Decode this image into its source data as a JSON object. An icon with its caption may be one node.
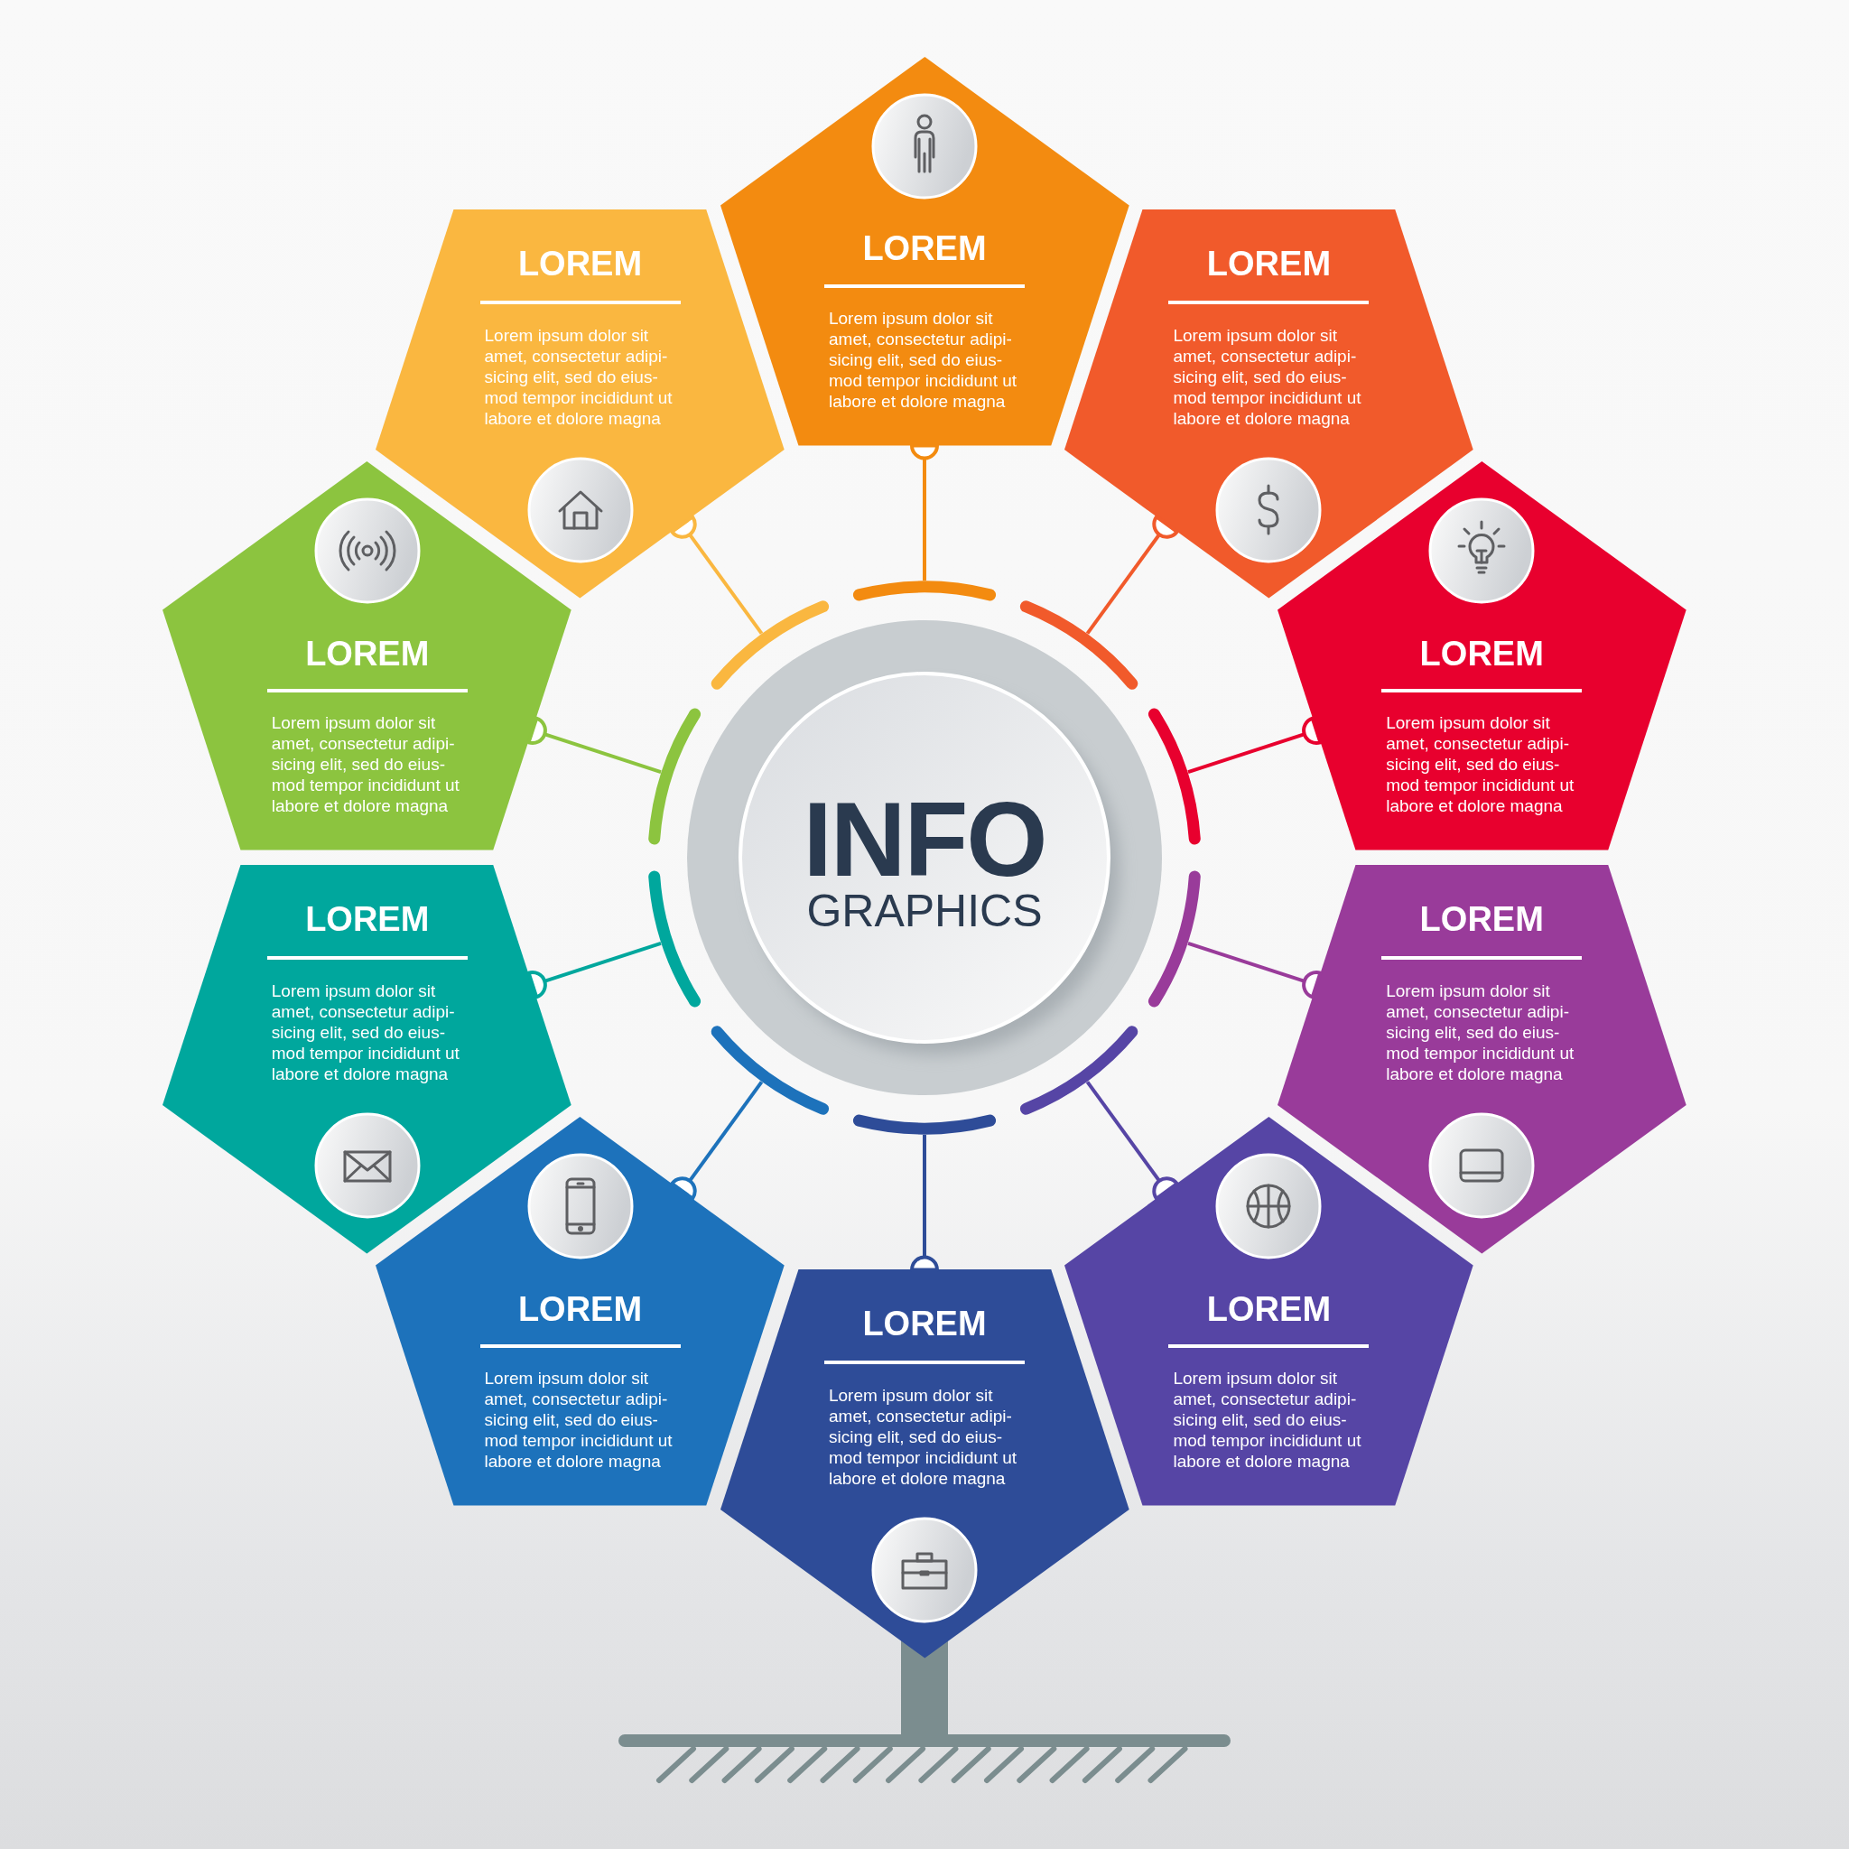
{
  "diagram": {
    "nodes": [
      {
        "text": [
          "INFO",
          "GRAPHICS"
        ]
      },
      {
        "text": [
          "LOREM",
          "Lorem ipsum dolor sit amet, consectetur adipi- sicing elit, sed do eius- mod tempor incididunt ut labore et dolore magna"
        ]
      },
      {
        "text": [
          "LOREM",
          "Lorem ipsum dolor sit amet, consectetur adipi- sicing elit, sed do eius- mod tempor incididunt ut labore et dolore magna"
        ]
      },
      {
        "text": [
          "LOREM",
          "Lorem ipsum dolor sit amet, consectetur adipi- sicing elit, sed do eius- mod tempor incididunt ut labore et dolore magna"
        ]
      },
      {
        "text": [
          "LOREM",
          "Lorem ipsum dolor sit amet, consectetur adipi- sicing elit, sed do eius- mod tempor incididunt ut labore et dolore magna"
        ]
      },
      {
        "text": [
          "LOREM",
          "Lorem ipsum dolor sit amet, consectetur adipi- sicing elit, sed do eius- mod tempor incididunt ut labore et dolore magna"
        ]
      },
      {
        "text": [
          "LOREM",
          "Lorem ipsum dolor sit amet, consectetur adipi- sicing elit, sed do eius- mod tempor incididunt ut labore et dolore magna"
        ]
      },
      {
        "text": [
          "LOREM",
          "Lorem ipsum dolor sit amet, consectetur adipi- sicing elit, sed do eius- mod tempor incididunt ut labore et dolore magna"
        ]
      },
      {
        "text": [
          "LOREM",
          "Lorem ipsum dolor sit amet, consectetur adipi- sicing elit, sed do eius- mod tempor incididunt ut labore et dolore magna"
        ]
      },
      {
        "text": [
          "LOREM",
          "Lorem ipsum dolor sit amet, consectetur adipi- sicing elit, sed do eius- mod tempor incididunt ut labore et dolore magna"
        ]
      },
      {
        "text": [
          "LOREM",
          "Lorem ipsum dolor sit amet, consectetur adipi- sicing elit, sed do eius- mod tempor incididunt ut labore et dolore magna"
        ]
      }
    ],
    "edges": [
      {
        "from": 1,
        "to": 0,
        "arrow": "other",
        "color": "#f38b10"
      },
      {
        "from": 2,
        "to": 0,
        "arrow": "other",
        "color": "#f15a2b"
      },
      {
        "from": 3,
        "to": 0,
        "arrow": "other",
        "color": "#e8002e"
      },
      {
        "from": 4,
        "to": 0,
        "arrow": "other",
        "color": "#993b9a"
      },
      {
        "from": 5,
        "to": 0,
        "arrow": "other",
        "color": "#5645a5"
      },
      {
        "from": 6,
        "to": 0,
        "arrow": "other",
        "color": "#2e4c98"
      },
      {
        "from": 7,
        "to": 0,
        "arrow": "other",
        "color": "#1d72bb"
      },
      {
        "from": 8,
        "to": 0,
        "arrow": "other",
        "color": "#00a79d"
      },
      {
        "from": 9,
        "to": 0,
        "arrow": "other",
        "color": "#8cc43f"
      },
      {
        "from": 10,
        "to": 0,
        "arrow": "other",
        "color": "#fab740"
      }
    ]
  }
}
